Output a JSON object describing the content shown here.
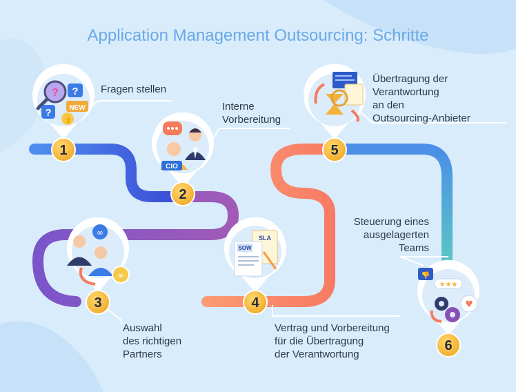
{
  "title": "Application Management Outsourcing: Schritte",
  "steps": [
    {
      "number": "1",
      "label": [
        "Fragen stellen"
      ]
    },
    {
      "number": "2",
      "label": [
        "Interne",
        "Vorbereitung"
      ]
    },
    {
      "number": "3",
      "label": [
        "Auswahl",
        "des richtigen",
        "Partners"
      ]
    },
    {
      "number": "4",
      "label": [
        "Vertrag und Vorbereitung",
        "für die Übertragung",
        "der Verantwortung"
      ]
    },
    {
      "number": "5",
      "label": [
        "Übertragung der",
        "Verantwortung",
        "an den",
        "Outsourcing-Anbieter"
      ]
    },
    {
      "number": "6",
      "label": [
        "Steuerung eines",
        "ausgelagerten",
        "Teams"
      ]
    }
  ],
  "badges": {
    "cio": "CIO",
    "new": "NEW",
    "sow": "SOW",
    "sla": "SLA"
  },
  "colors": {
    "title": "#6aa9e6",
    "badge": "#f5b833",
    "path_blue": "#3f55d8",
    "path_purple": "#8a4fb5",
    "path_yellow": "#f7c948",
    "path_salmon": "#fa8a6b",
    "path_teal": "#4fc2c0"
  }
}
